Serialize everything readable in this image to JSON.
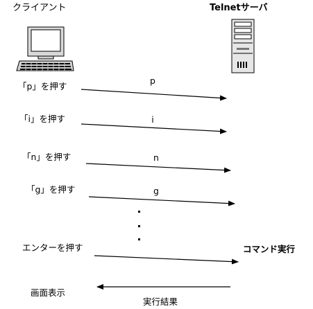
{
  "client": {
    "title": "クライアント",
    "icon": "computer-icon"
  },
  "server": {
    "title": "Telnetサーバ",
    "icon": "server-tower-icon"
  },
  "steps": [
    {
      "action": "「p」を押す",
      "message": "p"
    },
    {
      "action": "「i」を押す",
      "message": "i"
    },
    {
      "action": "「n」を押す",
      "message": "n"
    },
    {
      "action": "「g」を押す",
      "message": "g"
    }
  ],
  "ellipsis": "・・・",
  "final": {
    "action": "エンターを押す",
    "server_action": "コマンド実行"
  },
  "response": {
    "client_action": "画面表示",
    "message": "実行結果"
  }
}
